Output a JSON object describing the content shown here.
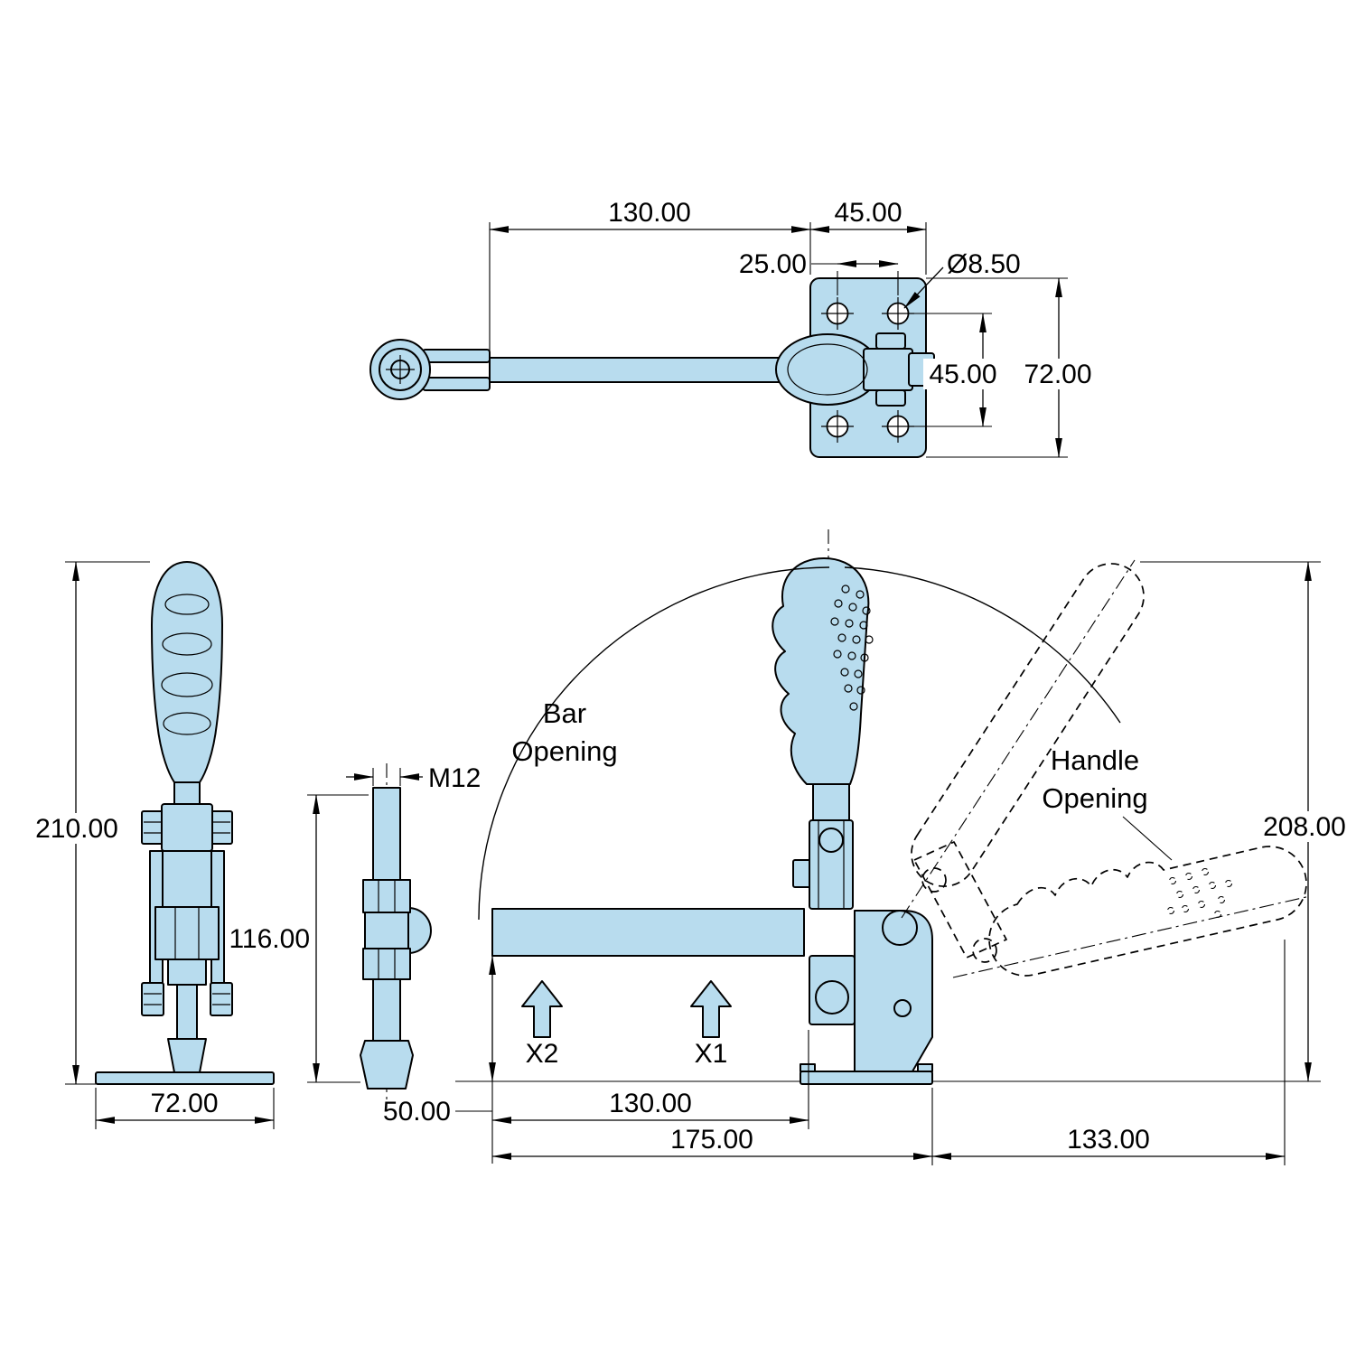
{
  "drawing": {
    "background": "#ffffff",
    "part_fill": "#b8dcee",
    "line_color": "#000000"
  },
  "views": {
    "top": {
      "dims": {
        "bar_length": "130.00",
        "plate_width": "45.00",
        "hole_pitch_x": "25.00",
        "hole_diameter": "Ø8.50",
        "hole_pitch_y": "45.00",
        "plate_length": "72.00"
      }
    },
    "front": {
      "dims": {
        "overall_height": "210.00",
        "base_width": "72.00"
      }
    },
    "spindle": {
      "dims": {
        "thread": "M12",
        "length": "116.00",
        "clearance": "50.00"
      }
    },
    "side": {
      "labels": {
        "bar_opening_1": "Bar",
        "bar_opening_2": "Opening",
        "handle_opening_1": "Handle",
        "handle_opening_2": "Opening",
        "x1": "X1",
        "x2": "X2"
      },
      "dims": {
        "bar_length": "130.00",
        "base_length": "175.00",
        "handle_reach": "133.00",
        "overall_height": "208.00"
      }
    }
  }
}
